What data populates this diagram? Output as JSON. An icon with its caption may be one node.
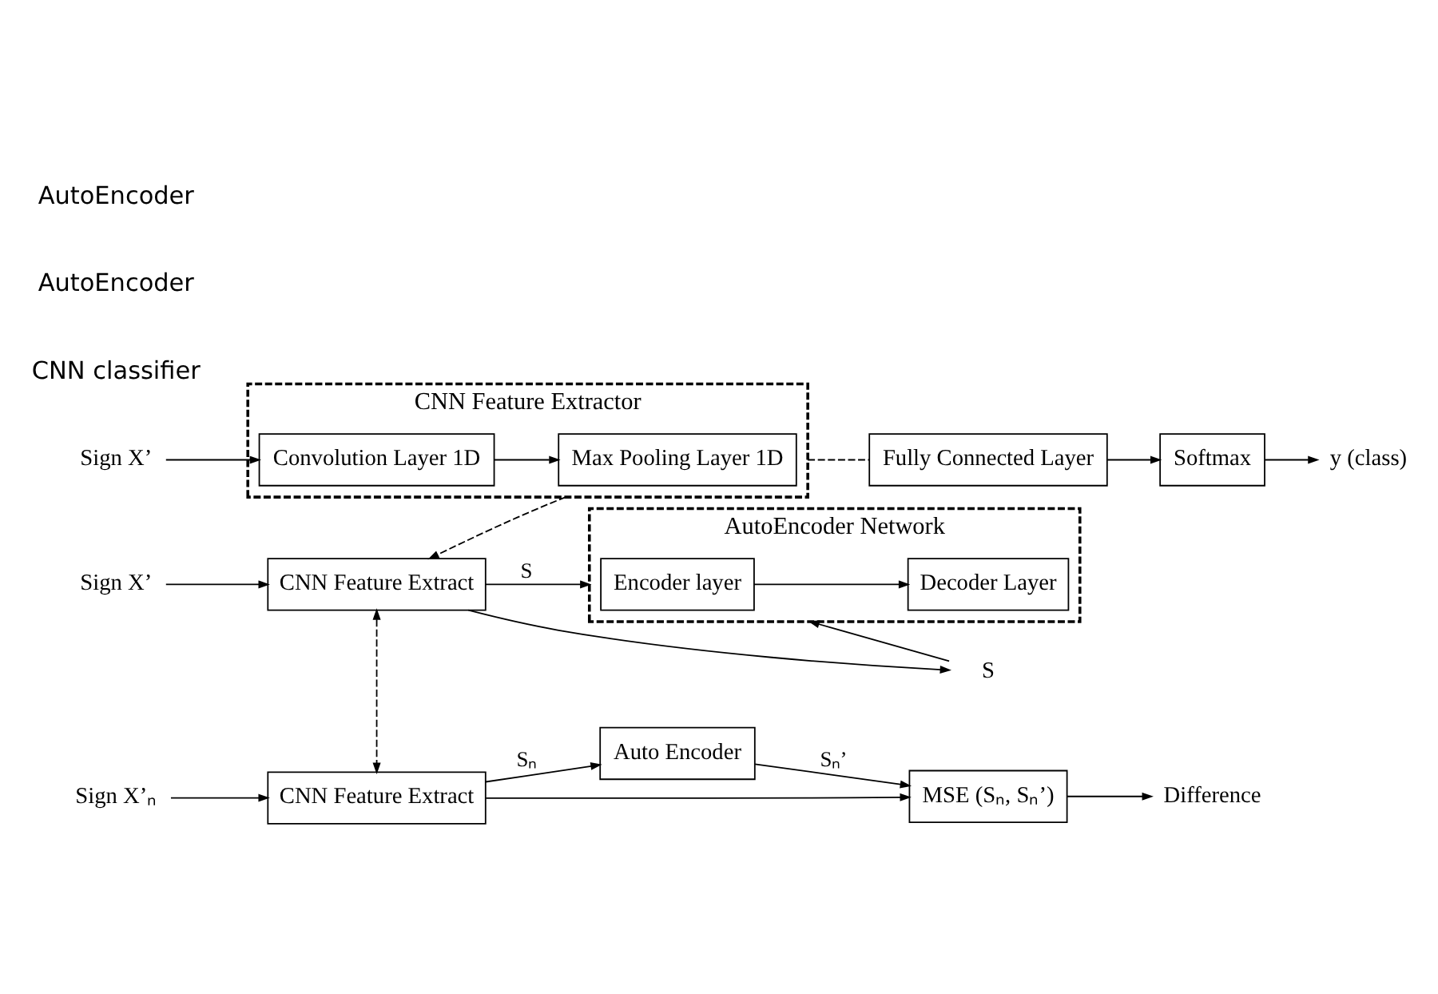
{
  "diagram": {
    "nodes": [
      {
        "text": [
          "Sign X’"
        ]
      },
      {
        "text": [
          "CNN Feature Extractor"
        ]
      },
      {
        "text": [
          "Convolution Layer 1D"
        ],
        "in": 1
      },
      {
        "text": [
          "Max Pooling Layer 1D"
        ],
        "in": 1
      },
      {
        "text": [
          "Fully Connected Layer"
        ]
      },
      {
        "text": [
          "Softmax"
        ]
      },
      {
        "text": [
          "y (class)"
        ]
      },
      {
        "text": [
          "Sign X’"
        ]
      },
      {
        "text": [
          "CNN Feature Extract"
        ]
      },
      {
        "text": [
          "AutoEncoder Network"
        ]
      },
      {
        "text": [
          "Encoder layer"
        ],
        "in": 9
      },
      {
        "text": [
          "Decoder Layer"
        ],
        "in": 9
      },
      {
        "text": [
          "S"
        ]
      },
      {
        "text": [
          "Sign X’ₙ"
        ]
      },
      {
        "text": [
          "CNN Feature Extract"
        ]
      },
      {
        "text": [
          "Auto Encoder"
        ]
      },
      {
        "text": [
          "MSE (Sₙ, Sₙ’)"
        ]
      },
      {
        "text": [
          "Difference"
        ]
      }
    ],
    "edges": [
      {
        "from": 0,
        "to": 2,
        "arrow": "to"
      },
      {
        "from": 2,
        "to": 3,
        "arrow": "to"
      },
      {
        "from": 1,
        "to": 4,
        "arrow": "none",
        "style": "dashed"
      },
      {
        "from": 4,
        "to": 5,
        "arrow": "to"
      },
      {
        "from": 5,
        "to": 6,
        "arrow": "to"
      },
      {
        "from": 1,
        "to": 8,
        "arrow": "to",
        "style": "dashed"
      },
      {
        "from": 7,
        "to": 8,
        "arrow": "to"
      },
      {
        "from": 8,
        "to": 9,
        "arrow": "to",
        "label": "S"
      },
      {
        "from": 8,
        "to": 12,
        "arrow": "to"
      },
      {
        "from": 12,
        "to": 9,
        "arrow": "to"
      },
      {
        "from": 10,
        "to": 11,
        "arrow": "to"
      },
      {
        "from": 8,
        "to": 14,
        "arrow": "both",
        "style": "dashed"
      },
      {
        "from": 13,
        "to": 14,
        "arrow": "to"
      },
      {
        "from": 14,
        "to": 15,
        "arrow": "to",
        "label": "Sₙ"
      },
      {
        "from": 15,
        "to": 16,
        "arrow": "to",
        "label": "Sₙ’"
      },
      {
        "from": 16,
        "to": 17,
        "arrow": "to"
      },
      {
        "from": 14,
        "to": 16,
        "arrow": "to"
      }
    ],
    "labels": [
      "CNN classifier",
      "AutoEncoder",
      "AutoEncoder"
    ]
  }
}
